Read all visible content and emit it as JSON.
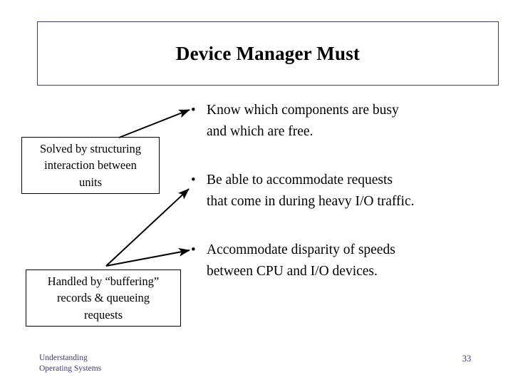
{
  "slide": {
    "title": "Device Manager Must",
    "background_color": "#ffffff",
    "title_border_color": "#3b3b5c",
    "text_color": "#000000",
    "footer_color": "#3b3b6e"
  },
  "bullets": [
    {
      "marker": "•",
      "line1": "Know which components are busy",
      "line2": "and which are free."
    },
    {
      "marker": "•",
      "line1": "Be able to accommodate requests",
      "line2": "that come in during heavy I/O traffic."
    },
    {
      "marker": "•",
      "line1": "Accommodate disparity of speeds",
      "line2": "between CPU and I/O devices."
    }
  ],
  "callouts": [
    {
      "line1": "Solved by structuring",
      "line2": "interaction between",
      "line3": "units"
    },
    {
      "line1": "Handled by “buffering”",
      "line2": "records & queueing",
      "line3": "requests"
    }
  ],
  "footer": {
    "source_line1": "Understanding",
    "source_line2": "Operating Systems",
    "page_number": "33"
  }
}
